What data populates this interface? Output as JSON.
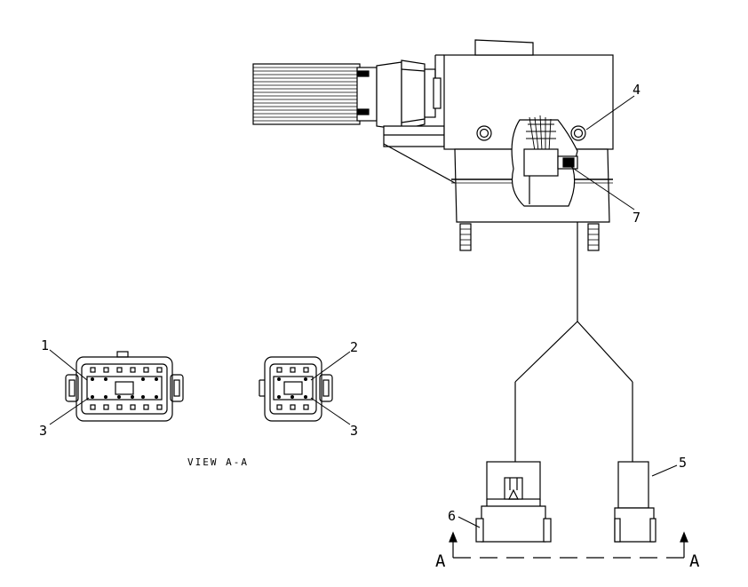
{
  "callouts": {
    "c1": "1",
    "c2": "2",
    "c3_left": "3",
    "c3_right": "3",
    "c4": "4",
    "c5": "5",
    "c6": "6",
    "c7": "7"
  },
  "view_caption": "VIEW A-A",
  "section_marks": {
    "left": "A",
    "right": "A"
  },
  "colors": {
    "ink": "#000000",
    "paper": "#ffffff"
  }
}
